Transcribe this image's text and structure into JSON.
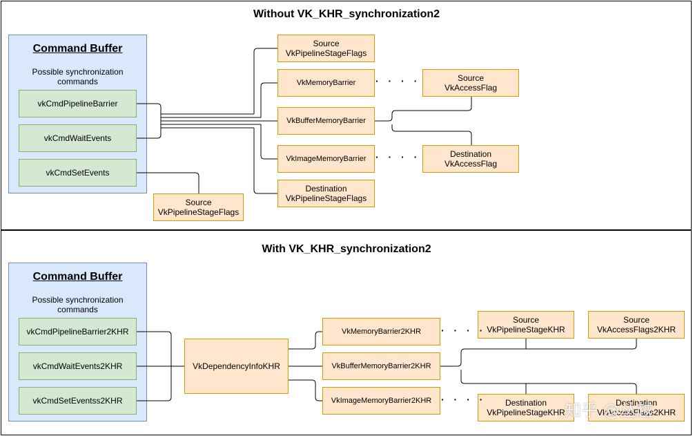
{
  "top": {
    "title": "Without VK_KHR_synchronization2",
    "command_buffer": {
      "title": "Command Buffer",
      "subtitle_line1": "Possible synchronization",
      "subtitle_line2": "commands",
      "commands": [
        "vkCmdPipelineBarrier",
        "vkCmdWaitEvents",
        "vkCmdSetEvents"
      ]
    },
    "set_events_source": {
      "line1": "Source",
      "line2": "VkPipelineStageFlags"
    },
    "source_stage": {
      "line1": "Source",
      "line2": "VkPipelineStageFlags"
    },
    "memory_barrier": "VkMemoryBarrier",
    "buffer_barrier": "VkBufferMemoryBarrier",
    "image_barrier": "VkImageMemoryBarrier",
    "dest_stage": {
      "line1": "Destination",
      "line2": "VkPipelineStageFlags"
    },
    "source_access": {
      "line1": "Source",
      "line2": "VkAccessFlag"
    },
    "dest_access": {
      "line1": "Destination",
      "line2": "VkAccessFlag"
    },
    "ellipsis": "· · · ·"
  },
  "bottom": {
    "title": "With VK_KHR_synchronization2",
    "command_buffer": {
      "title": "Command Buffer",
      "subtitle_line1": "Possible synchronization",
      "subtitle_line2": "commands",
      "commands": [
        "vkCmdPipelineBarrier2KHR",
        "vkCmdWaitEvents2KHR",
        "vkCmdSetEventss2KHR"
      ]
    },
    "dependency_info": "VkDependencyInfoKHR",
    "memory_barrier": "VkMemoryBarrier2KHR",
    "buffer_barrier": "VkBufferMemoryBarrier2KHR",
    "image_barrier": "VkImageMemoryBarrier2KHR",
    "source_stage": {
      "line1": "Source",
      "line2": "VkPipelineStageKHR"
    },
    "source_access": {
      "line1": "Source",
      "line2": "VkAccessFlags2KHR"
    },
    "dest_stage": {
      "line1": "Destination",
      "line2": "VkPipelineStageKHR"
    },
    "dest_access": {
      "line1": "Destination",
      "line2": "VkAccessFlags2KHR"
    },
    "ellipsis": "· · · ·"
  },
  "watermark": "知乎 @丛越"
}
